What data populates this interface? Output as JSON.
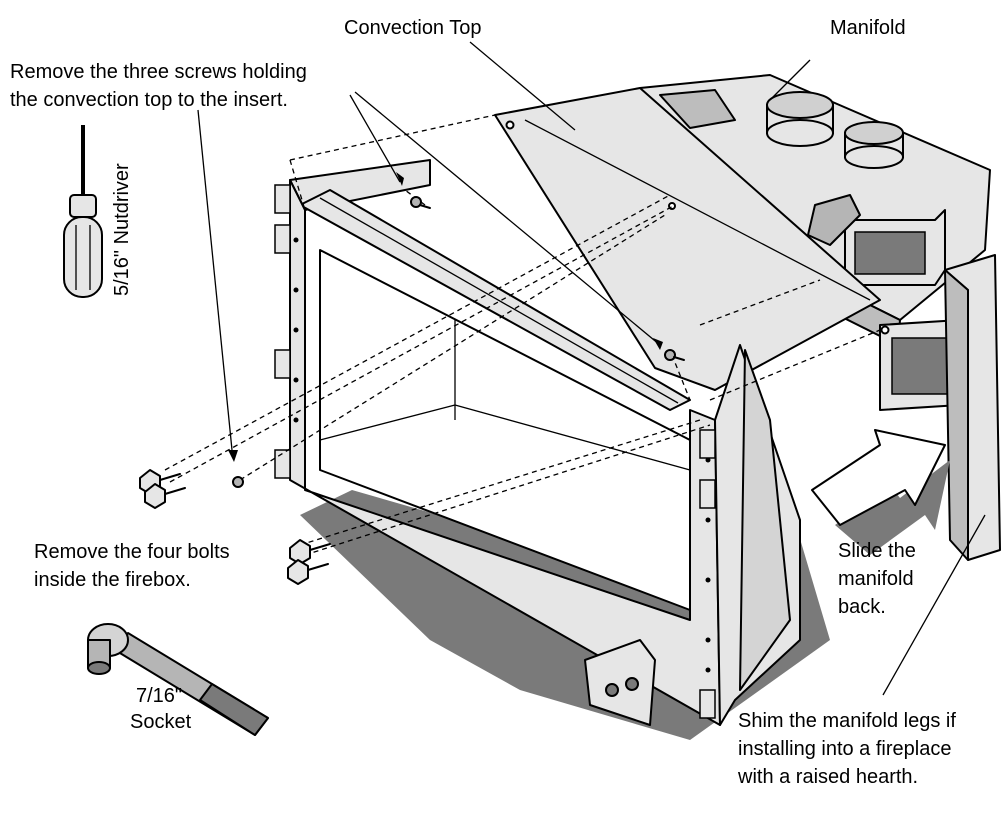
{
  "labels": {
    "convection_top": "Convection Top",
    "manifold": "Manifold",
    "remove_screws_1": "Remove the three screws holding",
    "remove_screws_2": "the convection top to the insert.",
    "nutdriver": "5/16\" Nutdriver",
    "remove_bolts_1": "Remove the four bolts",
    "remove_bolts_2": "inside the firebox.",
    "socket_1": "7/16\"",
    "socket_2": "Socket",
    "slide_1": "Slide the",
    "slide_2": "manifold",
    "slide_3": "back.",
    "shim_1": "Shim the manifold legs if",
    "shim_2": "installing into a fireplace",
    "shim_3": "with a raised hearth."
  },
  "colors": {
    "shade_light": "#e6e6e6",
    "shade_mid": "#b5b5b5",
    "shade_dark": "#7a7a7a",
    "ink": "#000000"
  }
}
